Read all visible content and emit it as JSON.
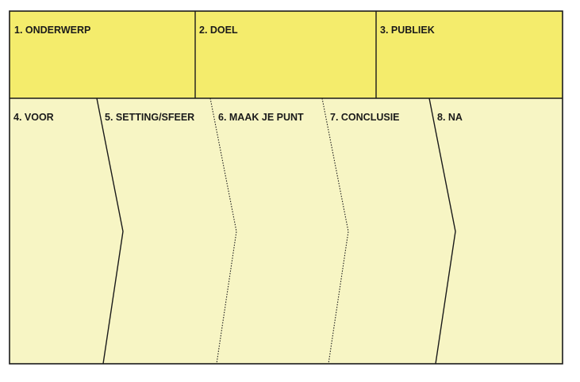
{
  "colors": {
    "top_fill": "#f4ec6c",
    "bottom_fill": "#f7f5c4",
    "line": "#1a1a1a",
    "background": "#ffffff"
  },
  "top_row": [
    {
      "label": "1. ONDERWERP"
    },
    {
      "label": "2. DOEL"
    },
    {
      "label": "3. PUBLIEK"
    }
  ],
  "bottom_row": [
    {
      "label": "4. VOOR"
    },
    {
      "label": "5. SETTING/SFEER"
    },
    {
      "label": "6. MAAK JE PUNT"
    },
    {
      "label": "7. CONCLUSIE"
    },
    {
      "label": "8. NA"
    }
  ],
  "dividers": [
    {
      "between": "4-5",
      "style": "solid"
    },
    {
      "between": "5-6",
      "style": "dotted"
    },
    {
      "between": "6-7",
      "style": "dotted"
    },
    {
      "between": "7-8",
      "style": "solid"
    }
  ]
}
